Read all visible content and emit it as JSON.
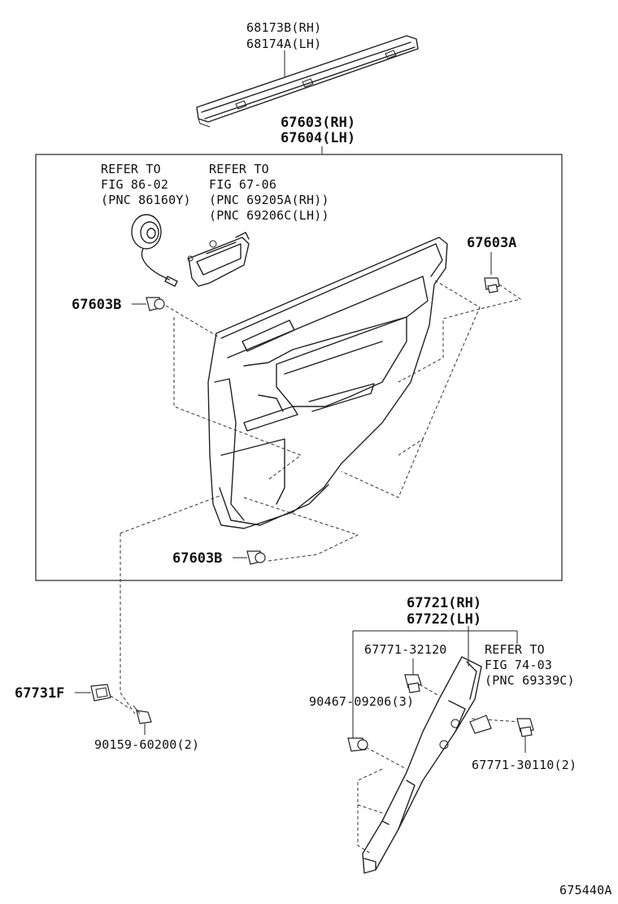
{
  "labels": {
    "molding_rh": "68173B(RH)",
    "molding_lh": "68174A(LH)",
    "board_rh": "67603(RH)",
    "board_lh": "67604(LH)",
    "ref1_a": "REFER TO",
    "ref1_b": "FIG 86-02",
    "ref1_c": "(PNC 86160Y)",
    "ref2_a": "REFER TO",
    "ref2_b": "FIG 67-06",
    "ref2_c": "(PNC 69205A(RH))",
    "ref2_d": "(PNC 69206C(LH))",
    "clip_a": "67603A",
    "clip_b_top": "67603B",
    "clip_b_bottom": "67603B",
    "cover_rh": "67721(RH)",
    "cover_lh": "67722(LH)",
    "clip_32120": "67771-32120",
    "ref3_a": "REFER TO",
    "ref3_b": "FIG 74-03",
    "ref3_c": "(PNC 69339C)",
    "screw_09206": "90467-09206(3)",
    "clip_30110": "67771-30110(2)",
    "cap_67731f": "67731F",
    "screw_60200": "90159-60200(2)",
    "figure_code": "675440A"
  }
}
